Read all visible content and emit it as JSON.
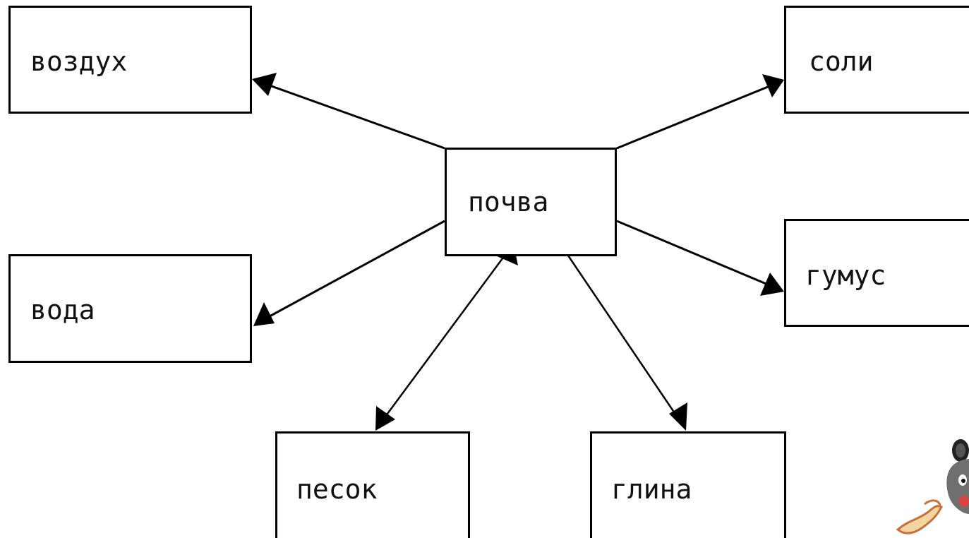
{
  "diagram": {
    "center": {
      "label": "почва"
    },
    "nodes": {
      "vozdukh": {
        "label": "воздух"
      },
      "voda": {
        "label": "вода"
      },
      "soli": {
        "label": "соли"
      },
      "gumus": {
        "label": "гумус"
      },
      "pesok": {
        "label": "песок"
      },
      "glina": {
        "label": "глина"
      }
    },
    "edges": [
      {
        "from": "почва",
        "to": "воздух"
      },
      {
        "from": "почва",
        "to": "вода"
      },
      {
        "from": "почва",
        "to": "соли"
      },
      {
        "from": "почва",
        "to": "гумус"
      },
      {
        "from": "почва",
        "to": "песок",
        "bidirectional": true
      },
      {
        "from": "почва",
        "to": "глина"
      }
    ]
  },
  "colors": {
    "line": "#000000",
    "box_border": "#000000",
    "background": "#ffffff"
  }
}
